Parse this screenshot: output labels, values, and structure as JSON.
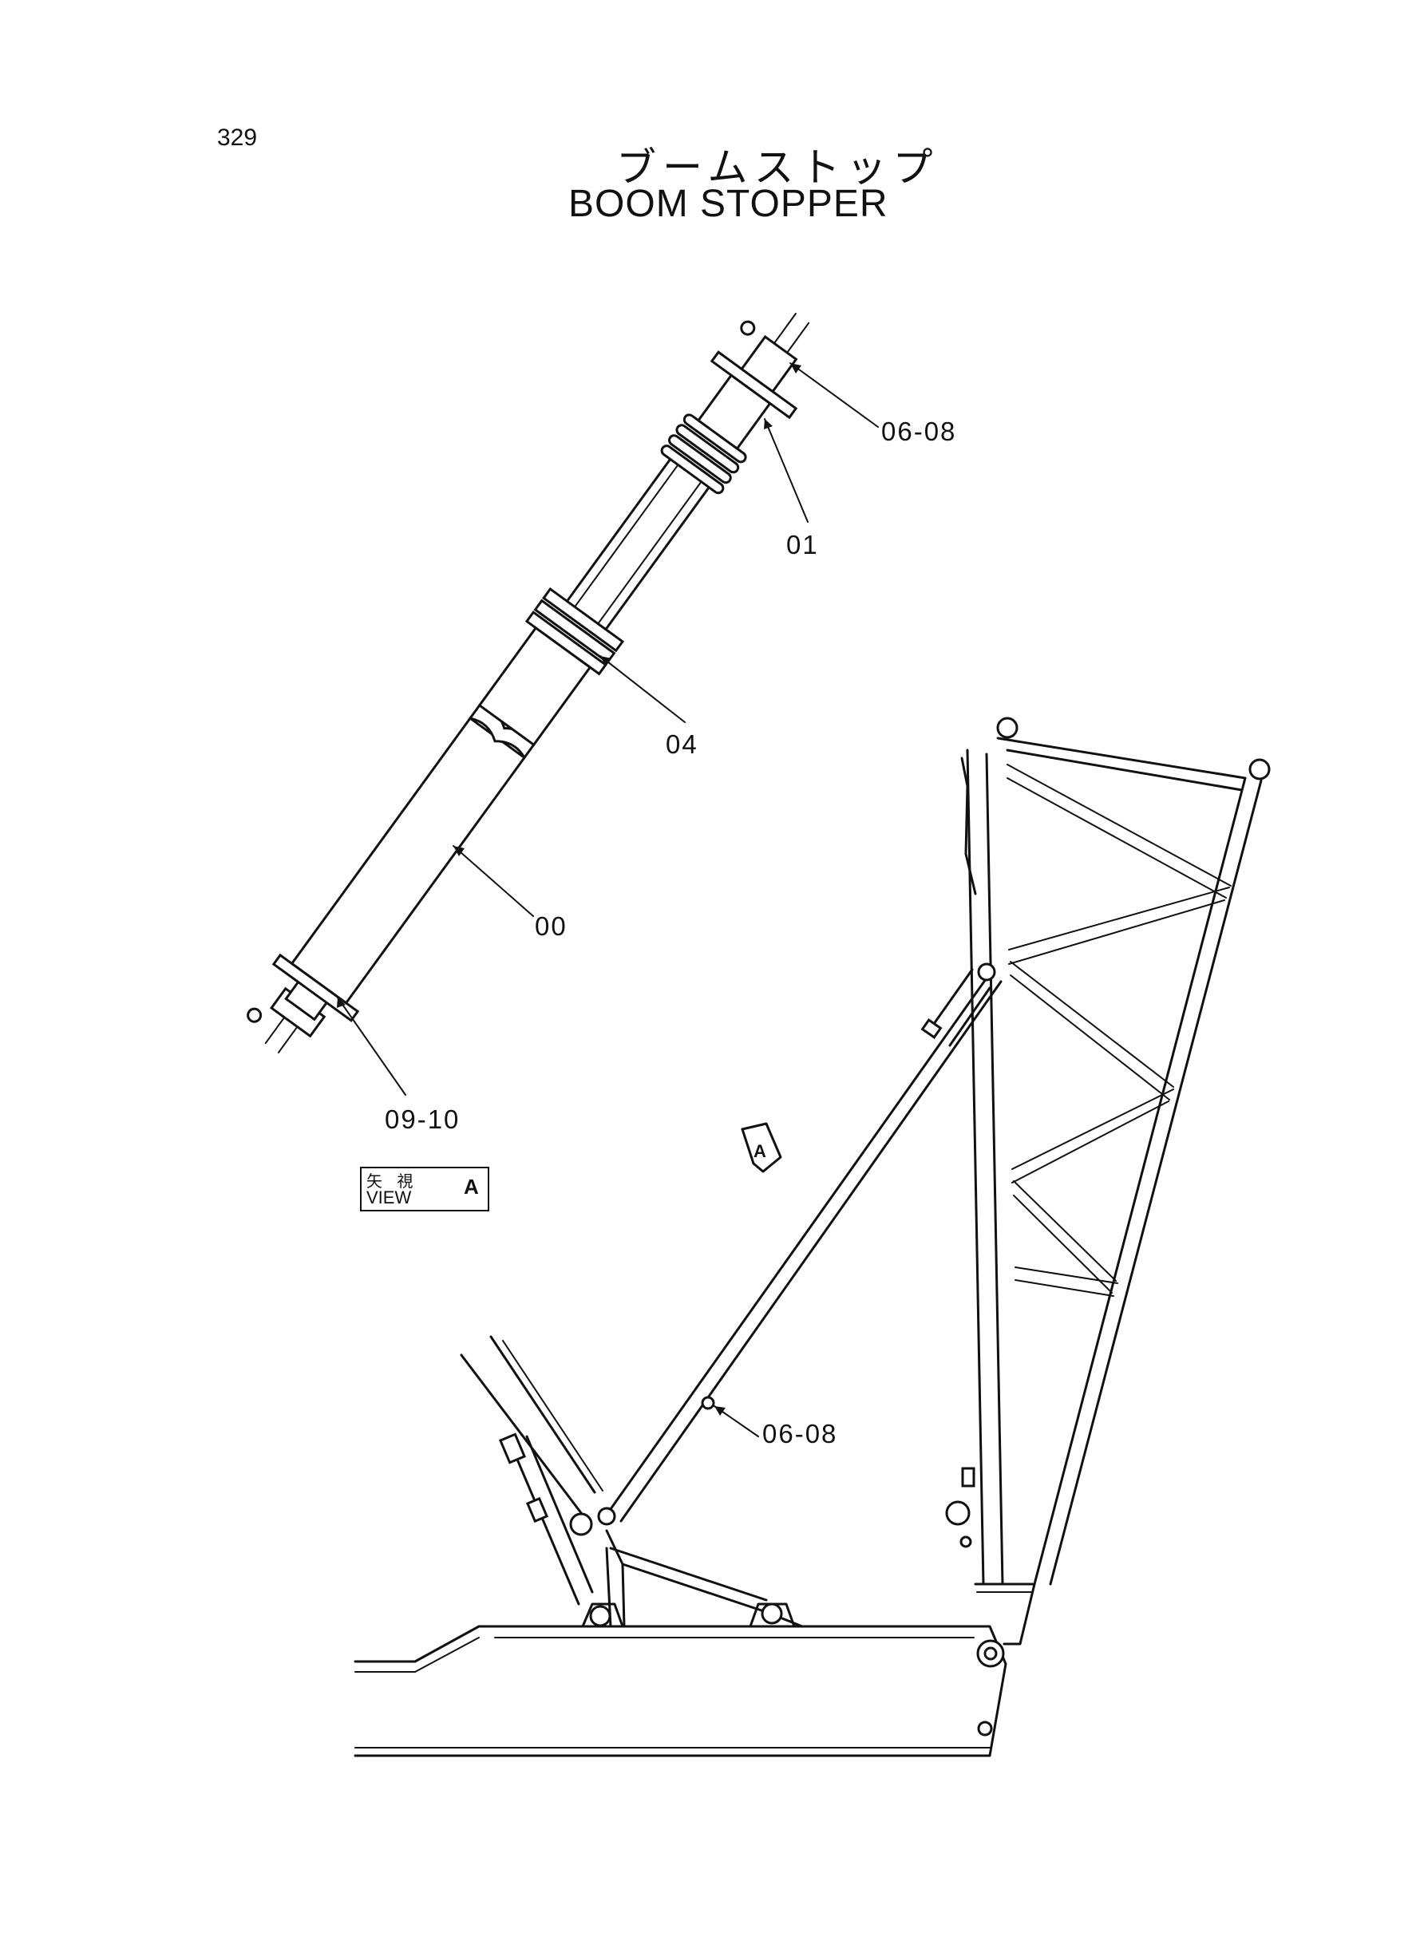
{
  "page": {
    "number": "329",
    "title_jp": "ブームストップ",
    "title_en": "BOOM STOPPER"
  },
  "callouts": {
    "c1": "06-08",
    "c2": "01",
    "c3": "04",
    "c4": "00",
    "c5": "09-10",
    "c6": "06-08"
  },
  "view_label": {
    "jp": "矢 視",
    "en": "VIEW",
    "letter": "A"
  },
  "view_marker": "A",
  "colors": {
    "ink": "#111111",
    "paper": "#ffffff"
  }
}
